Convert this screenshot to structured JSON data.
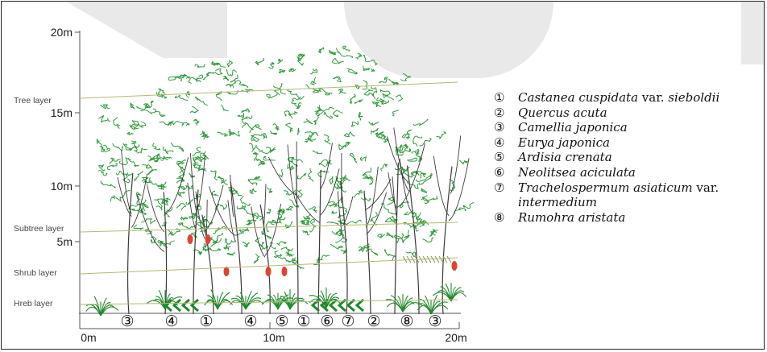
{
  "axis": {
    "y_ticks": [
      "20m",
      "15m",
      "10m",
      "5m"
    ],
    "x_ticks": [
      "0m",
      "10m",
      "20m"
    ]
  },
  "layers": [
    "Tree layer",
    "Subtree layer",
    "Shrub layer",
    "Hreb layer"
  ],
  "bottom_markers": [
    "③",
    "④",
    "①",
    "④",
    "⑤",
    "①",
    "⑥",
    "⑦",
    "②",
    "⑧",
    "③"
  ],
  "legend": [
    {
      "num": "①",
      "name": "Castanea cuspidata",
      "suffix": " var. ",
      "name2": "sieboldii"
    },
    {
      "num": "②",
      "name": "Quercus acuta"
    },
    {
      "num": "③",
      "name": "Camellia japonica"
    },
    {
      "num": "④",
      "name": "Eurya japonica"
    },
    {
      "num": "⑤",
      "name": "Ardisia crenata"
    },
    {
      "num": "⑥",
      "name": "Neolitsea aciculata"
    },
    {
      "num": "⑦",
      "name": "Trachelospermum asiaticum",
      "suffix": " var. ",
      "name2": "intermedium"
    },
    {
      "num": "⑧",
      "name": "Rumohra aristata"
    }
  ],
  "colors": {
    "foliage": "#2e9b3a",
    "trunk": "#3a3a3a",
    "layer_line": "#b8b870",
    "flower": "#e0432f",
    "herb": "#1e8a2a",
    "axis": "#555555"
  }
}
